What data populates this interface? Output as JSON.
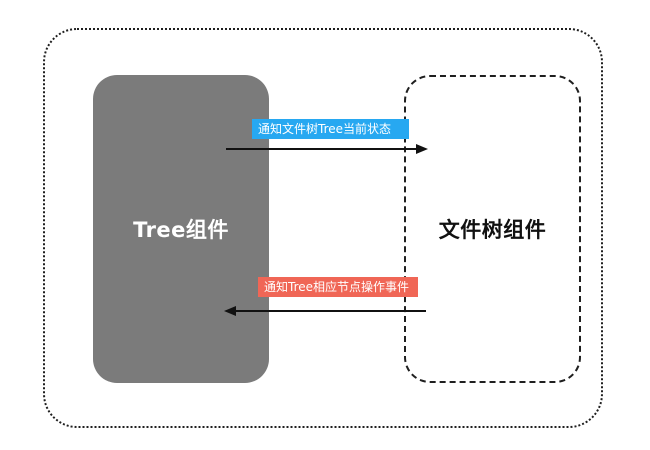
{
  "diagram": {
    "tree_component": {
      "label": "Tree组件",
      "color": "#7b7b7b"
    },
    "file_tree_component": {
      "label": "文件树组件"
    },
    "messages": [
      {
        "label": "通知文件树Tree当前状态",
        "direction": "tree-to-file-tree",
        "color": "#27a8f1"
      },
      {
        "label": "通知Tree相应节点操作事件",
        "direction": "file-tree-to-tree",
        "color": "#f06656"
      }
    ]
  }
}
